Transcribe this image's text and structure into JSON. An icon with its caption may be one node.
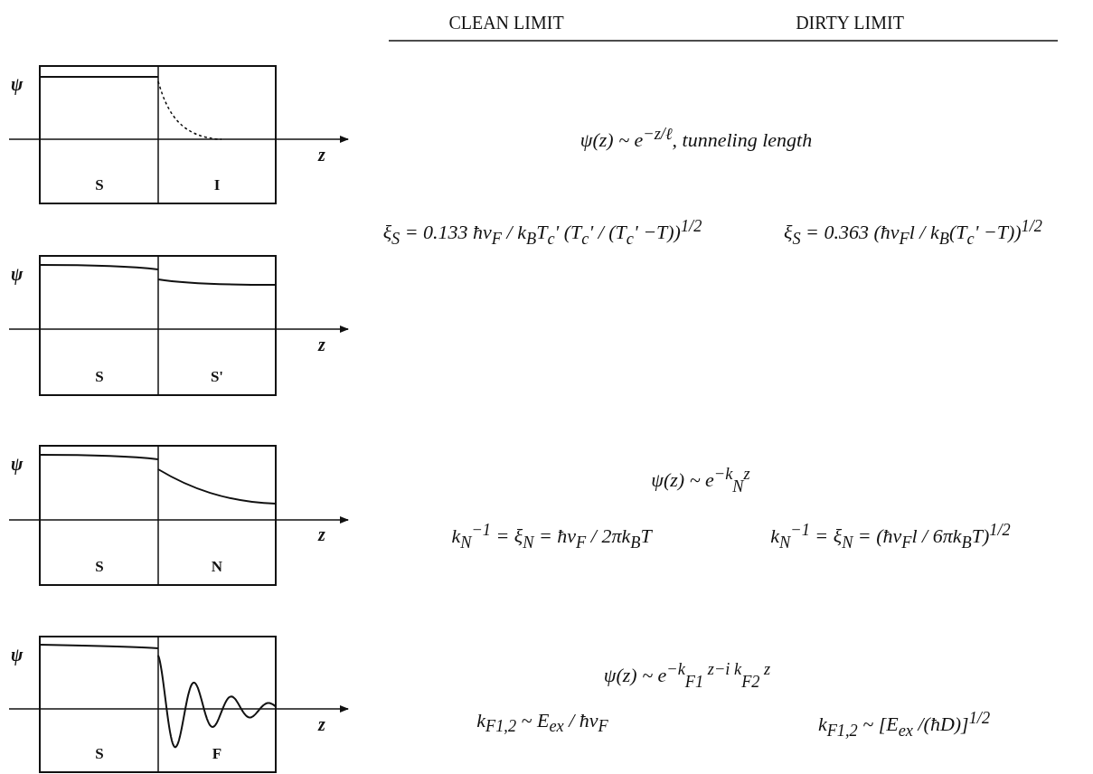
{
  "diagram": {
    "labels": [
      "CLEAN LIMIT",
      "DIRTY LIMIT",
      "ψ",
      "z",
      "S",
      "I",
      "ψ(z) ~ e$^{−z/ℓ}$, tunneling length",
      "ψ",
      "z",
      "S",
      "S'",
      "ξ$_{S}$ = 0.133 ħv$_{F}$ / k$_{B}$T$_{c}$' (T$_{c}$' / (T$_{c}$' −T))$^{1/2}$",
      "ξ$_{S}$ = 0.363 (ħv$_{F}$l / k$_{B}$(T$_{c}$' −T))$^{1/2}$",
      "ψ",
      "z",
      "S",
      "N",
      "ψ(z) ~ e$^{−k}$$_{N}$$^{z}$",
      "k$_{N}$$^{−1}$ = ξ$_{N}$ = ħv$_{F}$ / 2πk$_{B}$T",
      "k$_{N}$$^{−1}$ = ξ$_{N}$ = (ħv$_{F}$l / 6πk$_{B}$T)$^{1/2}$",
      "ψ",
      "z",
      "S",
      "F",
      "ψ(z) ~ e$^{−k}$$_{F1}$$^{ z−i k}$$_{F2}$$^{ z}$",
      "k$_{F1,2}$ ~ E$_{ex}$ / ħv$_{F}$",
      "k$_{F1,2}$ ~ [E$_{ex}$ /(ħD)]$^{1/2}$"
    ]
  }
}
